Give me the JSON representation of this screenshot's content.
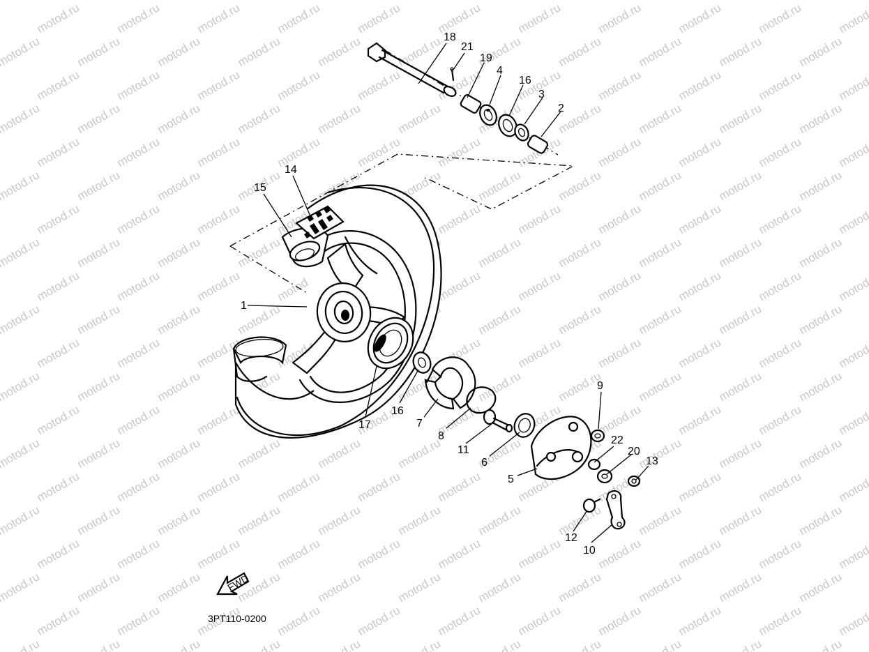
{
  "watermark": {
    "text": "motod.ru"
  },
  "diagram": {
    "code": "3PT110-0200",
    "fwd_label": "FWD",
    "part_labels": [
      {
        "id": "18",
        "text": "18"
      },
      {
        "id": "21",
        "text": "21"
      },
      {
        "id": "19",
        "text": "19"
      },
      {
        "id": "4",
        "text": "4"
      },
      {
        "id": "16a",
        "text": "16"
      },
      {
        "id": "3",
        "text": "3"
      },
      {
        "id": "2",
        "text": "2"
      },
      {
        "id": "14",
        "text": "14"
      },
      {
        "id": "15",
        "text": "15"
      },
      {
        "id": "1",
        "text": "1"
      },
      {
        "id": "16b",
        "text": "16"
      },
      {
        "id": "17",
        "text": "17"
      },
      {
        "id": "7",
        "text": "7"
      },
      {
        "id": "8",
        "text": "8"
      },
      {
        "id": "11",
        "text": "11"
      },
      {
        "id": "6",
        "text": "6"
      },
      {
        "id": "9",
        "text": "9"
      },
      {
        "id": "22",
        "text": "22"
      },
      {
        "id": "20",
        "text": "20"
      },
      {
        "id": "13",
        "text": "13"
      },
      {
        "id": "5",
        "text": "5"
      },
      {
        "id": "12",
        "text": "12"
      },
      {
        "id": "10",
        "text": "10"
      }
    ]
  }
}
